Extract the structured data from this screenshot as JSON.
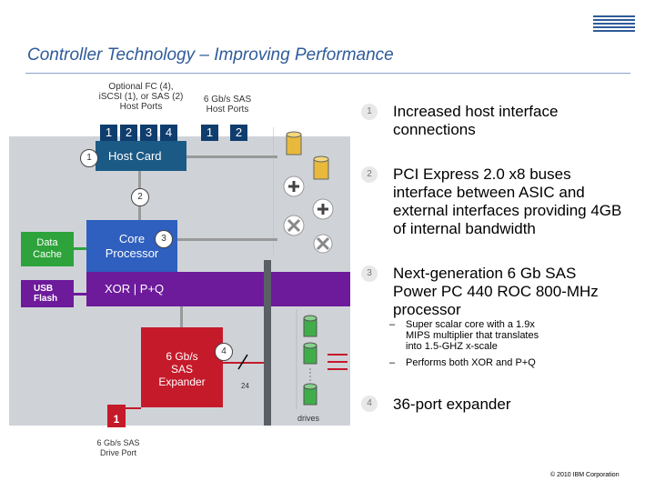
{
  "header": {
    "title": "Controller Technology – Improving Performance",
    "logo": "IBM"
  },
  "diagram": {
    "top_label_left": [
      "Optional FC (4),",
      "iSCSI (1), or SAS (2)",
      "Host Ports"
    ],
    "top_label_right": [
      "6 Gb/s SAS",
      "Host Ports"
    ],
    "host_ports_left": [
      "1",
      "2",
      "3",
      "4"
    ],
    "host_ports_right": [
      "1",
      "2"
    ],
    "host_card": "Host Card",
    "core_processor": [
      "Core",
      "Processor"
    ],
    "data_cache": [
      "Data",
      "Cache"
    ],
    "usb_flash": [
      "USB",
      "Flash"
    ],
    "xor": "XOR | P+Q",
    "expander": [
      "6 Gb/s",
      "SAS",
      "Expander"
    ],
    "expander_port_count": "24",
    "drive_port": "1",
    "drive_port_label": [
      "6 Gb/s SAS",
      "Drive Port"
    ],
    "drives_label": "drives",
    "markers": [
      "1",
      "2",
      "3",
      "4"
    ]
  },
  "points": [
    {
      "num": "1",
      "lines": [
        "Increased host interface",
        "connections"
      ]
    },
    {
      "num": "2",
      "lines": [
        "PCI Express 2.0 x8 buses",
        "interface between ASIC and",
        "external interfaces providing 4GB",
        "of internal bandwidth"
      ]
    },
    {
      "num": "3",
      "lines": [
        "Next-generation 6 Gb SAS",
        "Power PC 440 ROC 800-MHz",
        "processor"
      ]
    },
    {
      "num": "4",
      "lines": [
        "36-port expander"
      ]
    }
  ],
  "sub_points": [
    {
      "bullet": "–",
      "lines": [
        "Super scalar core with a 1.9x",
        "MIPS multiplier that translates",
        "into 1.5-GHZ x-scale"
      ]
    },
    {
      "bullet": "–",
      "lines": [
        "Performs both XOR and P+Q"
      ]
    }
  ],
  "footer": {
    "copyright": "© 2010 IBM Corporation"
  },
  "colors": {
    "title": "#2f5b9a",
    "port_blue": "#0f3d6e",
    "core_blue": "#2f5fbf",
    "xor_purple": "#6d1a9b",
    "cache_green": "#2ea33b",
    "expander_red": "#c51a2a",
    "board_gray": "#cfd3d8"
  }
}
